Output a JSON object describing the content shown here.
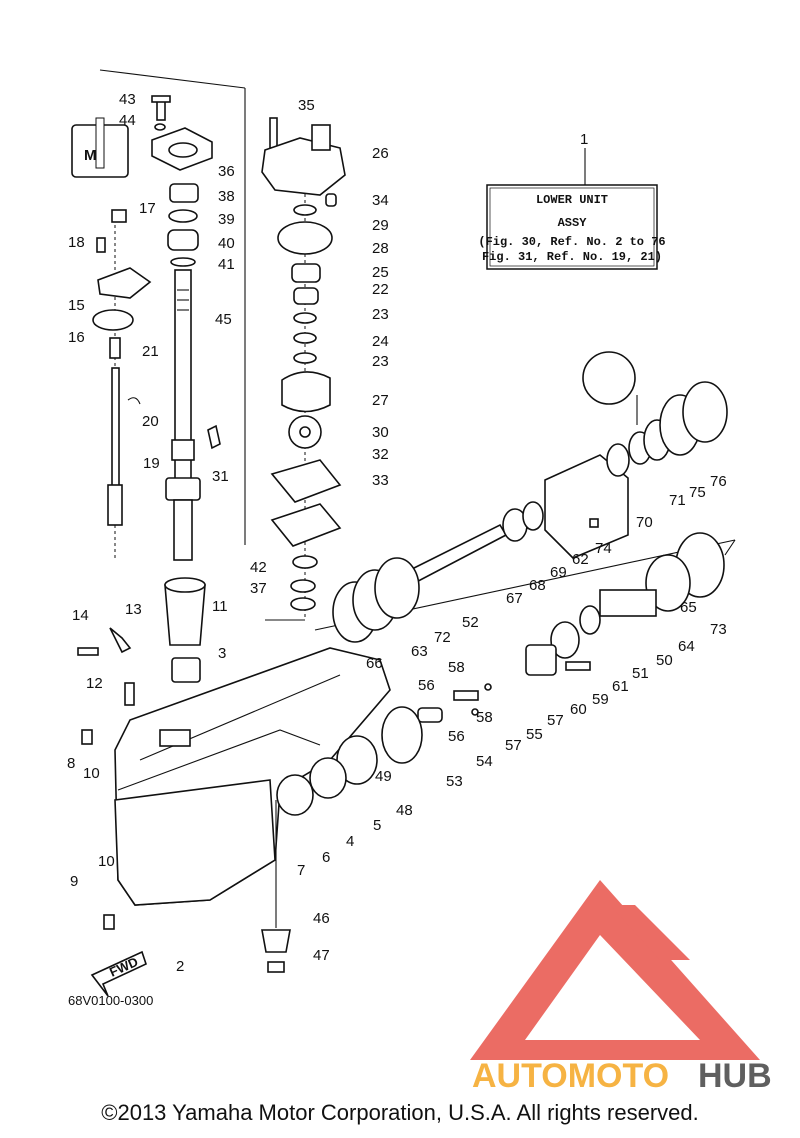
{
  "assembly_box": {
    "ref": "1",
    "line1": "LOWER UNIT",
    "line2": "ASSY",
    "line3": "(Fig. 30, Ref. No. 2 to 76",
    "line4": "Fig. 31, Ref. No. 19, 21)"
  },
  "diagram_code": "68V0100-0300",
  "fwd_label": "FWD",
  "copyright": "©2013 Yamaha Motor Corporation, U.S.A. All rights reserved.",
  "watermark": {
    "part1": "AUTOMOTO",
    "part2": "HUB",
    "color1": "#f5a623",
    "color2": "#444444",
    "logo_color": "#e8534a"
  },
  "callouts": [
    "43",
    "44",
    "36",
    "38",
    "39",
    "40",
    "41",
    "17",
    "18",
    "15",
    "16",
    "21",
    "20",
    "19",
    "45",
    "31",
    "11",
    "3",
    "14",
    "13",
    "12",
    "8",
    "10",
    "9",
    "10",
    "2",
    "35",
    "26",
    "34",
    "29",
    "28",
    "25",
    "22",
    "23",
    "24",
    "23",
    "27",
    "30",
    "32",
    "33",
    "42",
    "37",
    "46",
    "47",
    "52",
    "72",
    "63",
    "66",
    "67",
    "68",
    "69",
    "62",
    "74",
    "70",
    "71",
    "75",
    "76",
    "73",
    "65",
    "64",
    "50",
    "51",
    "61",
    "59",
    "60",
    "57",
    "55",
    "57",
    "58",
    "58",
    "56",
    "56",
    "54",
    "53",
    "49",
    "48",
    "5",
    "4",
    "6",
    "7"
  ]
}
